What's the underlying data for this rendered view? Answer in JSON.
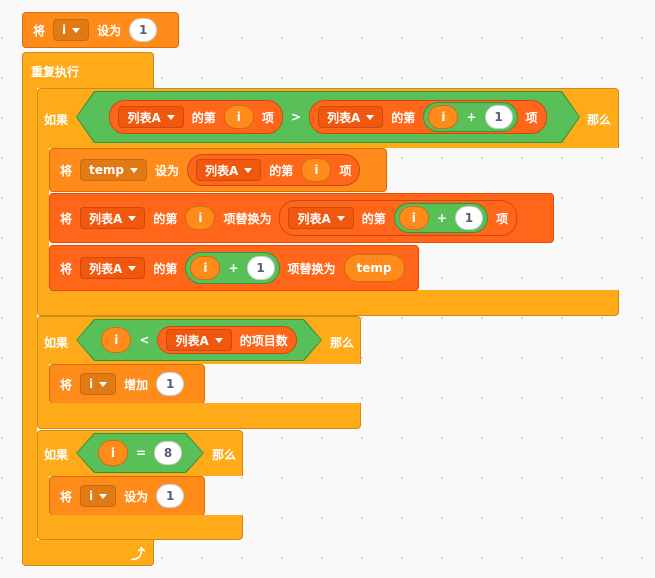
{
  "blocks": {
    "set_label": "将",
    "set_to": "设为",
    "var_i": "i",
    "val_1": "1",
    "val_8": "8",
    "repeat_label": "重复执行",
    "if_label": "如果",
    "then_label": "那么",
    "list_a": "列表A",
    "item_of_pre": "的第",
    "item_of_post": "项",
    "op_gt": ">",
    "op_lt": "<",
    "op_eq": "=",
    "op_plus": "+",
    "var_temp": "temp",
    "replace_with": "项替换为",
    "length_of": "的项目数",
    "change_by": "增加"
  }
}
